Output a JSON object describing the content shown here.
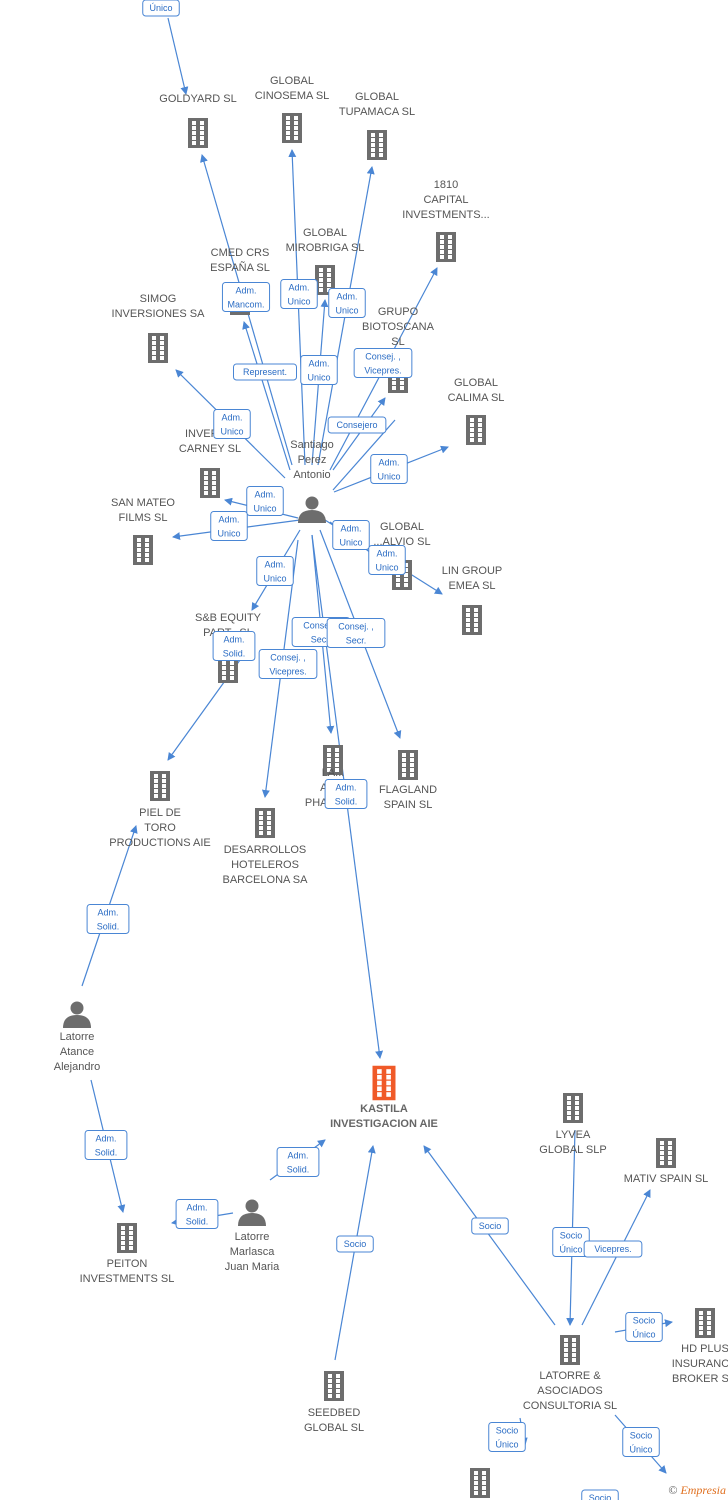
{
  "colors": {
    "edge": "#4a86d4",
    "company": "#6d6d6d",
    "focus": "#f05a28",
    "person": "#6d6d6d"
  },
  "nodes": [
    {
      "id": "goldyard",
      "type": "company",
      "label": [
        "GOLDYARD SL"
      ]
    },
    {
      "id": "cinosema",
      "type": "company",
      "label": [
        "GLOBAL",
        "CINOSEMA SL"
      ]
    },
    {
      "id": "tupamaca",
      "type": "company",
      "label": [
        "GLOBAL",
        "TUPAMACA SL"
      ]
    },
    {
      "id": "capital1810",
      "type": "company",
      "label": [
        "1810",
        "CAPITAL",
        "INVESTMENTS..."
      ]
    },
    {
      "id": "mirobriga",
      "type": "company",
      "label": [
        "GLOBAL",
        "MIROBRIGA SL"
      ]
    },
    {
      "id": "cmed",
      "type": "company",
      "label": [
        "CMED CRS",
        "ESPAÑA SL"
      ]
    },
    {
      "id": "simog",
      "type": "company",
      "label": [
        "SIMOG",
        "INVERSIONES SA"
      ]
    },
    {
      "id": "biotoscana",
      "type": "company",
      "label": [
        "GRUPO",
        "BIOTOSCANA",
        "SL"
      ]
    },
    {
      "id": "calima",
      "type": "company",
      "label": [
        "GLOBAL",
        "CALIMA SL"
      ]
    },
    {
      "id": "carney",
      "type": "company",
      "label": [
        "INVERS...",
        "CARNEY SL"
      ]
    },
    {
      "id": "sanmateo",
      "type": "company",
      "label": [
        "SAN MATEO",
        "FILMS SL"
      ]
    },
    {
      "id": "globalalvio",
      "type": "company",
      "label": [
        "GLOBAL",
        "...ALVIO SL"
      ]
    },
    {
      "id": "lingroup",
      "type": "company",
      "label": [
        "LIN GROUP",
        "EMEA SL"
      ]
    },
    {
      "id": "sbequity",
      "type": "company",
      "label": [
        "S&B EQUITY",
        "PART...SL"
      ]
    },
    {
      "id": "lab",
      "type": "company",
      "label": [
        "LA...",
        "AM...",
        "PHARMA..."
      ]
    },
    {
      "id": "flagland",
      "type": "company",
      "label": [
        "FLAGLAND",
        "SPAIN SL"
      ]
    },
    {
      "id": "pieldetoro",
      "type": "company",
      "label": [
        "PIEL DE",
        "TORO",
        "PRODUCTIONS AIE"
      ]
    },
    {
      "id": "desarrollos",
      "type": "company",
      "label": [
        "DESARROLLOS",
        "HOTELEROS",
        "BARCELONA SA"
      ]
    },
    {
      "id": "kastila",
      "type": "focus",
      "label": [
        "KASTILA",
        "INVESTIGACION AIE"
      ]
    },
    {
      "id": "lyvea",
      "type": "company",
      "label": [
        "LYVEA",
        "GLOBAL SLP"
      ]
    },
    {
      "id": "mativ",
      "type": "company",
      "label": [
        "MATIV SPAIN SL"
      ]
    },
    {
      "id": "hdplus",
      "type": "company",
      "label": [
        "HD PLUS",
        "INSURANC...",
        "BROKER S..."
      ]
    },
    {
      "id": "peiton",
      "type": "company",
      "label": [
        "PEITON",
        "INVESTMENTS SL"
      ]
    },
    {
      "id": "seedbed",
      "type": "company",
      "label": [
        "SEEDBED",
        "GLOBAL SL"
      ]
    },
    {
      "id": "latorreasoc",
      "type": "company",
      "label": [
        "LATORRE &",
        "ASOCIADOS",
        "CONSULTORIA SL"
      ]
    },
    {
      "id": "bottomco",
      "type": "company",
      "label": []
    },
    {
      "id": "santiago",
      "type": "person",
      "label": [
        "Santiago",
        "Perez",
        "Antonio"
      ]
    },
    {
      "id": "alejandro",
      "type": "person",
      "label": [
        "Latorre",
        "Atance",
        "Alejandro"
      ]
    },
    {
      "id": "juanmaria",
      "type": "person",
      "label": [
        "Latorre",
        "Marlasca",
        "Juan Maria"
      ]
    }
  ],
  "edge_labels": [
    [
      "Único"
    ],
    [
      "Adm.",
      "Mancom."
    ],
    [
      "Adm.",
      "Unico"
    ],
    [
      "Adm.",
      "Unico"
    ],
    [
      "Adm.",
      "Unico"
    ],
    [
      "Consej. ,",
      "Vicepres."
    ],
    [
      "Represent."
    ],
    [
      "Adm.",
      "Unico"
    ],
    [
      "Consejero"
    ],
    [
      "Adm.",
      "Unico"
    ],
    [
      "Adm.",
      "Unico"
    ],
    [
      "Adm.",
      "Unico"
    ],
    [
      "Adm.",
      "Unico"
    ],
    [
      "Adm.",
      "Unico"
    ],
    [
      "Adm.",
      "Unico"
    ],
    [
      "Adm.",
      "Solid."
    ],
    [
      "Consej. ,",
      "Secr."
    ],
    [
      "Consej. ,",
      "Secr."
    ],
    [
      "Consej. ,",
      "Vicepres."
    ],
    [
      "Adm.",
      "Solid."
    ],
    [
      "Adm.",
      "Solid."
    ],
    [
      "Adm.",
      "Solid."
    ],
    [
      "Adm.",
      "Solid."
    ],
    [
      "Adm.",
      "Solid."
    ],
    [
      "Socio"
    ],
    [
      "Socio"
    ],
    [
      "Socio",
      "Único"
    ],
    [
      "Vicepres."
    ],
    [
      "Socio",
      "Único"
    ],
    [
      "Socio",
      "Único"
    ],
    [
      "Socio",
      "Único"
    ],
    [
      "Socio"
    ]
  ],
  "footer": {
    "copyright": "©",
    "brand": "Empresia"
  }
}
